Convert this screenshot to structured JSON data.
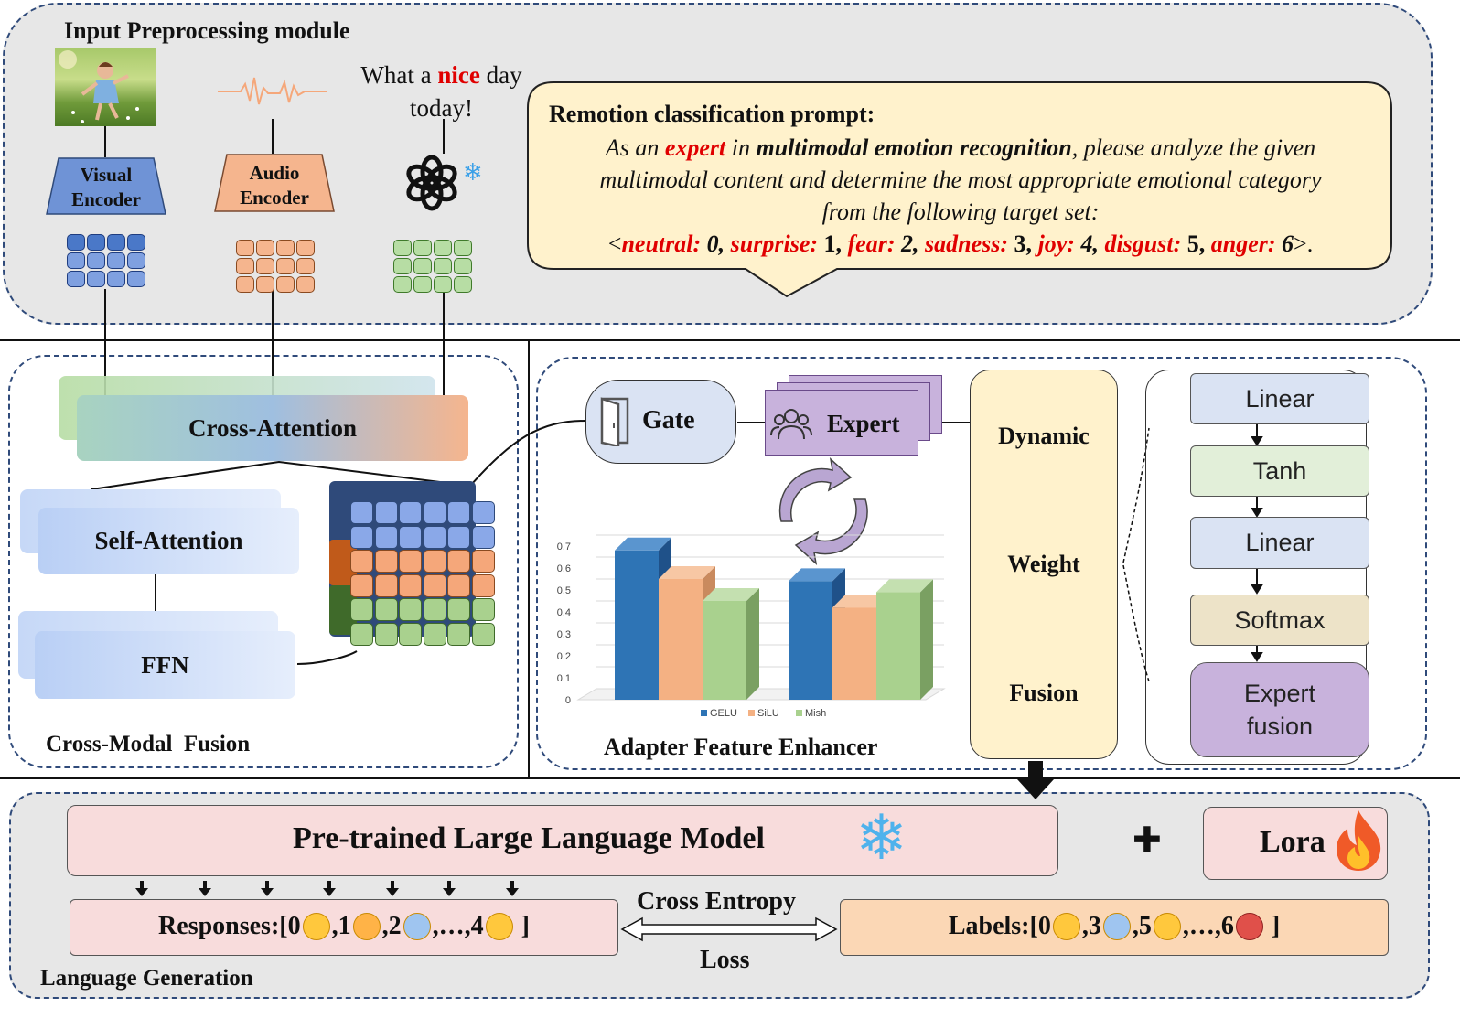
{
  "input_module": {
    "title": "Input Preprocessing module",
    "text_sample": {
      "before": "What a ",
      "highlight": "nice",
      "after": " day",
      "line2": "today!"
    },
    "visual_encoder": {
      "line1": "Visual",
      "line2": "Encoder"
    },
    "audio_encoder": {
      "line1": "Audio",
      "line2": "Encoder"
    },
    "prompt": {
      "title": "Remotion classification prompt:",
      "p1": "As an ",
      "p2": "expert",
      "p3": " in ",
      "p4": "multimodal emotion recognition",
      "p5": ", please analyze the given",
      "line2": "multimodal content and determine the most appropriate emotional category",
      "line3": "from the following target set:",
      "labels": [
        {
          "name": "neutral:",
          "id": "0"
        },
        {
          "name": "surprise:",
          "id": "1"
        },
        {
          "name": "fear:",
          "id": "2"
        },
        {
          "name": "sadness:",
          "id": "3"
        },
        {
          "name": "joy:",
          "id": "4"
        },
        {
          "name": "disgust:",
          "id": "5"
        },
        {
          "name": "anger:",
          "id": "6"
        }
      ]
    }
  },
  "fusion": {
    "title": "Cross-Modal  Fusion",
    "cross_attention": "Cross-Attention",
    "self_attention": "Self-Attention",
    "ffn": "FFN"
  },
  "adapter": {
    "title": "Adapter Feature Enhancer",
    "gate": "Gate",
    "expert": "Expert",
    "dynamic": "Dynamic",
    "weight": "Weight",
    "fusion": "Fusion",
    "flow": [
      "Linear",
      "Tanh",
      "Linear",
      "Softmax",
      "Expert fusion"
    ]
  },
  "chart_data": {
    "type": "bar",
    "categories": [
      "",
      ""
    ],
    "series": [
      {
        "name": "GELU",
        "values": [
          0.68,
          0.54
        ]
      },
      {
        "name": "SiLU",
        "values": [
          0.55,
          0.42
        ]
      },
      {
        "name": "Mish",
        "values": [
          0.45,
          0.49
        ]
      }
    ],
    "ylim": [
      0,
      0.7
    ],
    "yticks": [
      "0",
      "0.1",
      "0.2",
      "0.3",
      "0.4",
      "0.5",
      "0.6",
      "0.7"
    ],
    "legend": "bottom",
    "grid": true
  },
  "generation": {
    "title": "Language Generation",
    "llm": "Pre-trained Large Language Model",
    "plus": "✚",
    "lora": "Lora",
    "responses": {
      "prefix": "Responses:[0",
      "i1": ",1",
      "i2": ",2",
      "mid": ",…,4",
      "end": "]"
    },
    "labels": {
      "prefix": "Labels:[0",
      "i1": ",3",
      "i2": ",5",
      "mid": ",…,6",
      "end": "]"
    },
    "loss_top": "Cross Entropy",
    "loss_bottom": "Loss"
  },
  "colors": {
    "red": "#e00000",
    "visual": "#6f93d6",
    "audio": "#f5b58e",
    "text": "#b7dda4",
    "expert": "#c8b2dc",
    "gelu": "#2e74b5",
    "silu": "#f4b183",
    "mish": "#a9d18e"
  }
}
